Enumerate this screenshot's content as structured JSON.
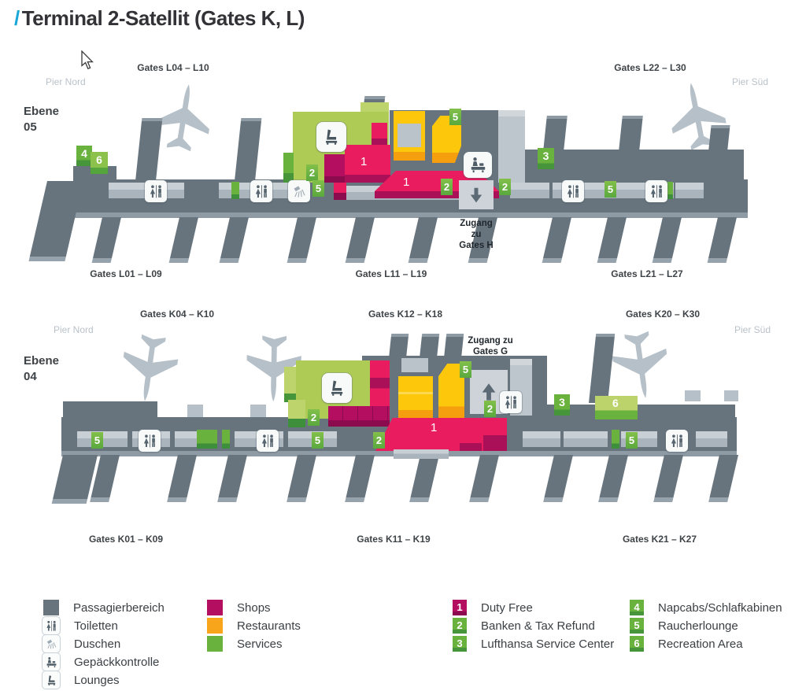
{
  "title": {
    "slash": "/",
    "text": "Terminal 2-Satellit (Gates K, L)"
  },
  "colors": {
    "accent": "#18a7d6",
    "passenger_area": "#67747e",
    "shops": "#b30e60",
    "restaurants": "#f9a51b",
    "services": "#6ab23e",
    "duty_free": "#e81c5f",
    "plane": "#b6c0c8"
  },
  "maps": [
    {
      "level_label": "Ebene",
      "level_number": "05",
      "pier_left": "Pier Nord",
      "pier_right": "Pier Süd",
      "gates_top_left": "Gates L04 – L10",
      "gates_top_right": "Gates L22 – L30",
      "gates_bottom_left": "Gates L01 – L09",
      "gates_bottom_center": "Gates L11 – L19",
      "gates_bottom_right": "Gates L21 – L27",
      "access": [
        "Zugang",
        "zu",
        "Gates H"
      ],
      "labels": {
        "shops_one": "1",
        "duty_free_one": "1"
      },
      "badges": {
        "napcabs": "4",
        "recreation": "6",
        "bank_lounge": "2",
        "smoking_shower": "5",
        "smoking_restaurant": "5",
        "bank_center": "2",
        "bank_right": "2",
        "service_center": "3",
        "smoking_right": "5"
      }
    },
    {
      "level_label": "Ebene",
      "level_number": "04",
      "pier_left": "Pier Nord",
      "pier_right": "Pier Süd",
      "gates_top_left": "Gates K04 – K10",
      "gates_top_center": "Gates K12 – K18",
      "gates_top_right": "Gates K20 – K30",
      "gates_bottom_left": "Gates K01 – K09",
      "gates_bottom_center": "Gates K11 – K19",
      "gates_bottom_right": "Gates K21 – K27",
      "access": [
        "Zugang zu",
        "Gates G"
      ],
      "labels": {
        "duty_free_one": "1",
        "recreation_six": "6"
      },
      "badges": {
        "smoking_far_left": "5",
        "bank_shops": "2",
        "smoking_left": "5",
        "bank_duty_free": "2",
        "smoking_restaurant": "5",
        "bank_right": "2",
        "service_center": "3",
        "smoking_right": "5"
      }
    }
  ],
  "legend": {
    "col1": [
      {
        "icon": "passenger-area-swatch",
        "label": "Passagierbereich"
      },
      {
        "icon": "toilets-icon",
        "label": "Toiletten"
      },
      {
        "icon": "showers-icon",
        "label": "Duschen"
      },
      {
        "icon": "baggage-check-icon",
        "label": "Gepäckkontrolle"
      },
      {
        "icon": "lounge-icon",
        "label": "Lounges"
      }
    ],
    "col2": [
      {
        "icon": "shops-swatch",
        "label": "Shops"
      },
      {
        "icon": "restaurants-swatch",
        "label": "Restaurants"
      },
      {
        "icon": "services-swatch",
        "label": "Services"
      }
    ],
    "col3": [
      {
        "num": "1",
        "label": "Duty Free"
      },
      {
        "num": "2",
        "label": "Banken &amp; Tax Refund"
      },
      {
        "num": "3",
        "label": "Lufthansa Service Center"
      }
    ],
    "col4": [
      {
        "num": "4",
        "label": "Napcabs/Schlafkabinen"
      },
      {
        "num": "5",
        "label": "Raucherlounge"
      },
      {
        "num": "6",
        "label": "Recreation Area"
      }
    ]
  }
}
